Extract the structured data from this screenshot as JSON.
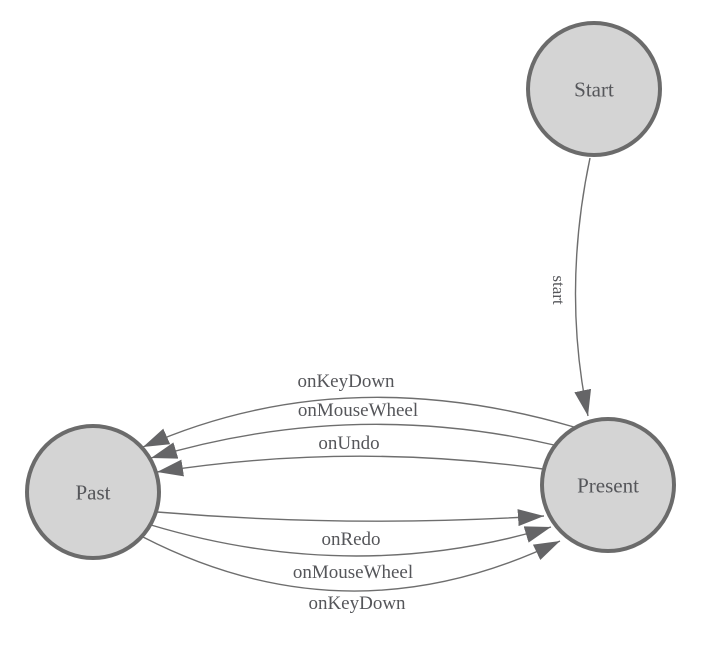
{
  "diagram": {
    "type": "finite-state-machine",
    "background": "#ffffff",
    "colors": {
      "node_fill": "#d4d4d4",
      "node_stroke": "#6b6b6b",
      "edge_color": "#6e6e6e",
      "arrow_color": "#656567",
      "text_color": "#55565a"
    },
    "nodes": [
      {
        "id": "start",
        "label": "Start"
      },
      {
        "id": "present",
        "label": "Present"
      },
      {
        "id": "past",
        "label": "Past"
      }
    ],
    "edges": [
      {
        "from": "start",
        "to": "present",
        "label": "start"
      },
      {
        "from": "present",
        "to": "past",
        "label": "onKeyDown"
      },
      {
        "from": "present",
        "to": "past",
        "label": "onMouseWheel"
      },
      {
        "from": "present",
        "to": "past",
        "label": "onUndo"
      },
      {
        "from": "past",
        "to": "present",
        "label": "onRedo"
      },
      {
        "from": "past",
        "to": "present",
        "label": "onMouseWheel"
      },
      {
        "from": "past",
        "to": "present",
        "label": "onKeyDown"
      }
    ]
  }
}
